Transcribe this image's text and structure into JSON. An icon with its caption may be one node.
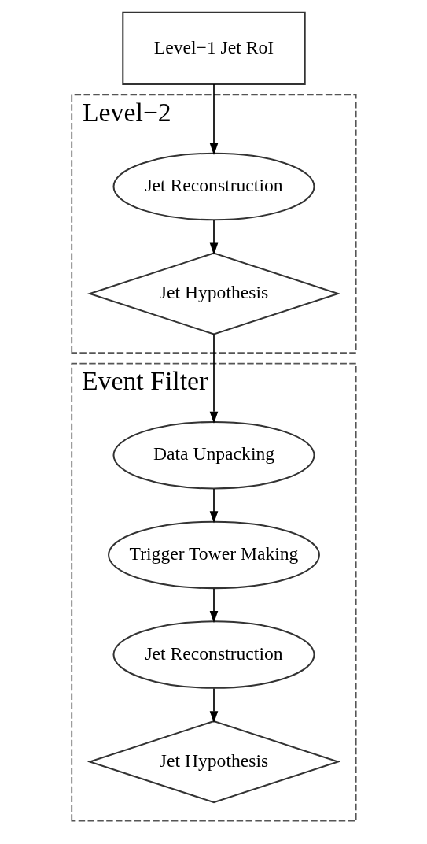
{
  "diagram": {
    "nodes": [
      {
        "text": [
          "Level−1 Jet RoI"
        ]
      },
      {
        "text": [
          "Level−2"
        ]
      },
      {
        "text": [
          "Jet Reconstruction"
        ],
        "in": 1
      },
      {
        "text": [
          "Jet Hypothesis"
        ],
        "in": 1
      },
      {
        "text": [
          "Event Filter"
        ]
      },
      {
        "text": [
          "Data Unpacking"
        ],
        "in": 4
      },
      {
        "text": [
          "Trigger Tower Making"
        ],
        "in": 4
      },
      {
        "text": [
          "Jet Reconstruction"
        ],
        "in": 4
      },
      {
        "text": [
          "Jet Hypothesis"
        ],
        "in": 4
      }
    ],
    "edges": [
      {
        "from": 0,
        "to": 2,
        "arrow": "to"
      },
      {
        "from": 2,
        "to": 3,
        "arrow": "to"
      },
      {
        "from": 3,
        "to": 5,
        "arrow": "to"
      },
      {
        "from": 5,
        "to": 6,
        "arrow": "to"
      },
      {
        "from": 6,
        "to": 7,
        "arrow": "to"
      },
      {
        "from": 7,
        "to": 8,
        "arrow": "to"
      }
    ]
  }
}
